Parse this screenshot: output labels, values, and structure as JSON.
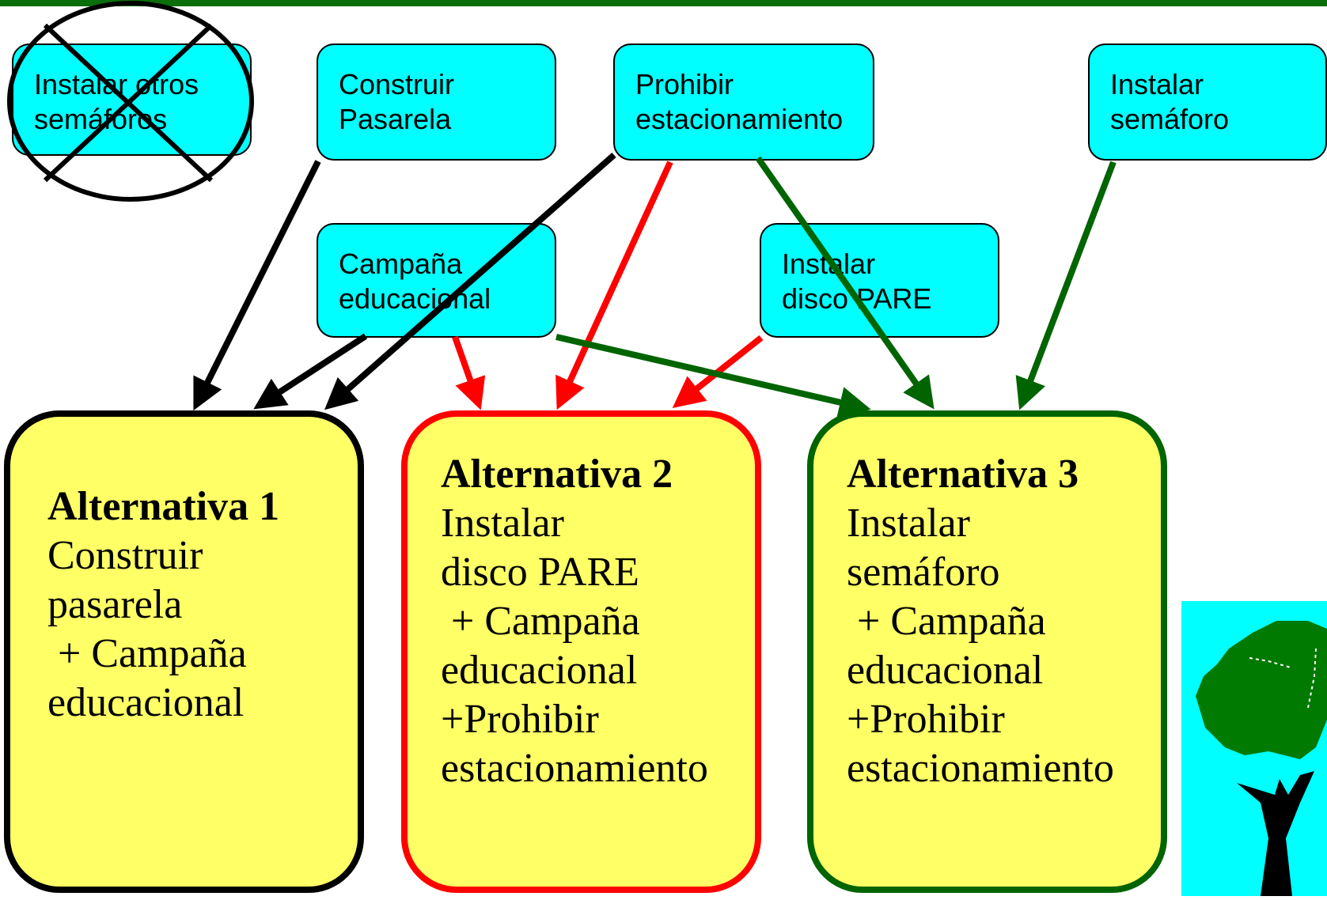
{
  "actions": {
    "otros_semaforos": "Instalar otros\nsemáforos",
    "pasarela": "Construir\nPasarela",
    "prohibir": "Prohibir\nestacionamiento",
    "semaforo": "Instalar\nsemáforo",
    "campana": "Campaña\neducacional",
    "disco_pare": "Instalar\ndisco PARE"
  },
  "alternatives": [
    {
      "title": "Alternativa 1",
      "body": "Construir\npasarela\n + Campaña\neducacional",
      "border_color": "#000000"
    },
    {
      "title": "Alternativa 2",
      "body": "Instalar\ndisco PARE\n + Campaña\neducacional\n+Prohibir\nestacionamiento",
      "border_color": "#ff0000"
    },
    {
      "title": "Alternativa 3",
      "body": "Instalar\nsemáforo\n + Campaña\neducacional\n+Prohibir\nestacionamiento",
      "border_color": "#006400"
    }
  ],
  "colors": {
    "box_fill": "#00ffff",
    "alt_fill": "#ffff66",
    "alt1_arrows": "#000000",
    "alt2_arrows": "#ff0000",
    "alt3_arrows": "#006400",
    "top_rule": "#0a6e0a"
  },
  "discarded_action": "otros_semaforos",
  "icons": [
    "crossed-out-circle-icon",
    "tree-icon"
  ]
}
